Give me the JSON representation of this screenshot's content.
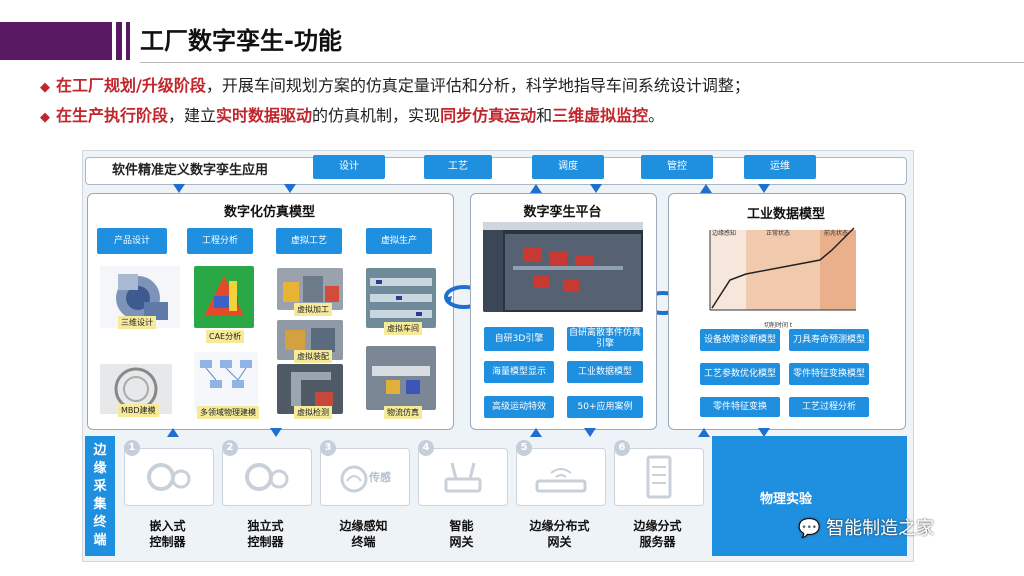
{
  "header": {
    "title": "工厂数字孪生-功能"
  },
  "bullets": [
    {
      "red": "在工厂规划/升级阶段",
      "rest": "，开展车间规划方案的仿真定量评估和分析，科学地指导车间系统设计调整；"
    },
    {
      "red1": "在生产执行阶段",
      "mid1": "，建立",
      "red2": "实时数据驱动",
      "mid2": "的仿真机制，实现",
      "red3": "同步仿真运动",
      "mid3": "和",
      "red4": "三维虚拟监控",
      "end": "。"
    }
  ],
  "top_bar": {
    "label": "软件精准定义数字孪生应用",
    "tags": [
      "设计",
      "工艺",
      "调度",
      "管控",
      "运维"
    ]
  },
  "panel_left": {
    "title": "数字化仿真模型",
    "categories": [
      "产品设计",
      "工程分析",
      "虚拟工艺",
      "虚拟生产"
    ],
    "captions": [
      "三维设计",
      "CAE分析",
      "虚拟加工",
      "虚拟车间",
      "MBD建模",
      "多领域物理建模",
      "虚拟装配",
      "虚拟检测",
      "物流仿真"
    ]
  },
  "panel_mid": {
    "title": "数字孪生平台",
    "buttons": [
      "自研3D引擎",
      "自研离散事件仿真引擎",
      "海量模型显示",
      "工业数据模型",
      "高级运动特效",
      "50+应用案例"
    ]
  },
  "panel_right": {
    "title": "工业数据模型",
    "chart_labels": [
      "边缘感知",
      "正常状态",
      "前兆状态",
      "切削时间 t"
    ],
    "buttons": [
      "设备故障诊断模型",
      "刀具寿命预测模型",
      "工艺参数优化模型",
      "零件特征变换模型",
      "零件特征变换",
      "工艺过程分析"
    ]
  },
  "edge": {
    "label": "边缘采集终端",
    "devices": [
      {
        "num": "1",
        "l1": "嵌入式",
        "l2": "控制器"
      },
      {
        "num": "2",
        "l1": "独立式",
        "l2": "控制器"
      },
      {
        "num": "3",
        "l1": "边缘感知",
        "l2": "终端",
        "icon_text": "传感"
      },
      {
        "num": "4",
        "l1": "智能",
        "l2": "网关"
      },
      {
        "num": "5",
        "l1": "边缘分布式",
        "l2": "网关"
      },
      {
        "num": "6",
        "l1": "边缘分式",
        "l2": "服务器"
      }
    ]
  },
  "physical": {
    "label": "物理实验"
  },
  "watermark": "智能制造之家"
}
